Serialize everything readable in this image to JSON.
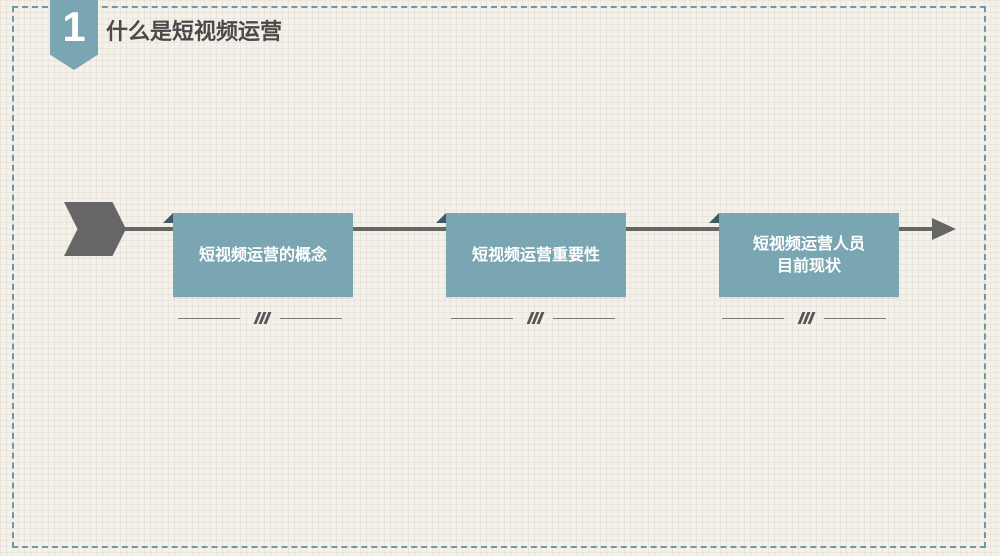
{
  "header": {
    "number": "1",
    "title": "什么是短视频运营"
  },
  "steps": [
    {
      "label": "短视频运营的概念"
    },
    {
      "label": "短视频运营重要性"
    },
    {
      "label": "短视频运营人员\n目前现状"
    }
  ],
  "colors": {
    "accent": "#7aa5b3",
    "line": "#666666",
    "frame": "#6f97a4",
    "background": "#f4f1ea"
  }
}
